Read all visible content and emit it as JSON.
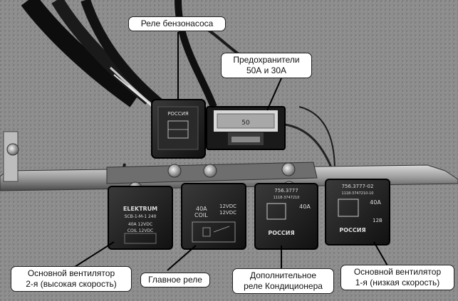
{
  "callouts": {
    "fuel_pump_relay": "Реле бензонасоса",
    "fuses_line1": "Предохранители",
    "fuses_line2": "50А и 30А",
    "fan2_line1": "Основной вентилятор",
    "fan2_line2": "2-я (высокая скорость)",
    "main_relay": "Главное реле",
    "ac_line1": "Дополнительное",
    "ac_line2": "реле Кондиционера",
    "fan1_line1": "Основной вентилятор",
    "fan1_line2": "1-я (низкая скорость)"
  },
  "relay_markings": {
    "fan2": {
      "brand": "ELEKTRUM",
      "model": "SCB-1-M-1 240",
      "spec1": "40A   12VDC",
      "spec2": "COIL  12VDC"
    },
    "main": {
      "rating1": "40A",
      "rating2": "COIL",
      "volt1": "12VDC",
      "volt2": "12VDC"
    },
    "ac": {
      "model": "756.3777",
      "sub": "1118-3747210",
      "amp": "40A",
      "country": "РОССИЯ"
    },
    "fan1": {
      "model": "756.3777-02",
      "sub": "1118-3747210-10",
      "amp": "40A",
      "country": "РОССИЯ",
      "voltage": "12В"
    },
    "fuel": {
      "brand": "РОССИЯ"
    },
    "fuse": {
      "value": "50"
    }
  }
}
